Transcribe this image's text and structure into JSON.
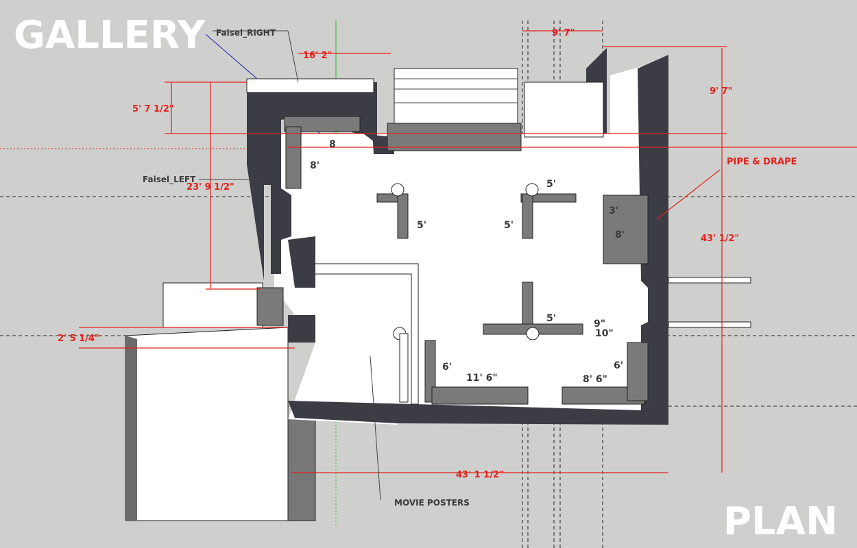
{
  "title": "GALLERY",
  "subtitle": "PLAN",
  "colors": {
    "background": "#cfcfcd",
    "dimension": "#e3211c",
    "wall": "#3c3c44",
    "floor": "#ffffff",
    "label": "#3a3a3a"
  },
  "annotations": {
    "faisel_right": "Faisel_RIGHT",
    "faisel_left": "Faisel_LEFT",
    "pipe_drape": "PIPE & DRAPE",
    "movie_posters": "MOVIE POSTERS"
  },
  "dimensions": {
    "top_width": "16' 2\"",
    "top_right_width": "9' 7\"",
    "right_top_height": "9' 7\"",
    "left_alcove": "5' 7 1/2\"",
    "origin_small": "8",
    "left_panel": "8'",
    "left_height": "23' 9 1/2\"",
    "left_offset": "2' 5 1/4\"",
    "overall_height": "43' 1/2\"",
    "overall_width": "43' 1 1/2\""
  },
  "model_dimensions": {
    "panel_a": "5'",
    "panel_b": "5'",
    "panel_c_top": "5'",
    "right_gap": "3'",
    "right_panel": "8'",
    "panel_d": "5'",
    "small_9": "9\"",
    "small_10": "10\"",
    "bottom_left_6": "6'",
    "bottom_width": "11' 6\"",
    "bottom_right_width": "8' 6\"",
    "bottom_right_6": "6'"
  }
}
